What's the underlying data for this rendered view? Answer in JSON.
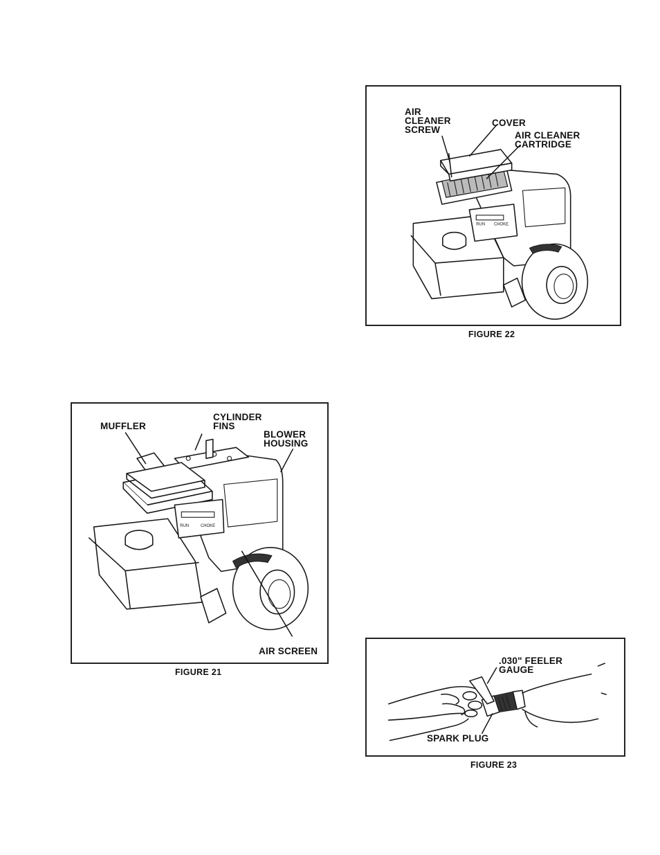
{
  "figure22": {
    "caption": "FIGURE 22",
    "labels": {
      "air_cleaner_screw": "AIR\nCLEANER\nSCREW",
      "cover": "COVER",
      "air_cleaner_cartridge": "AIR CLEANER\nCARTRIDGE"
    },
    "panel_markings": {
      "run": "RUN",
      "choke": "CHOKE"
    }
  },
  "figure21": {
    "caption": "FIGURE 21",
    "labels": {
      "muffler": "MUFFLER",
      "cylinder_fins": "CYLINDER\nFINS",
      "blower_housing": "BLOWER\nHOUSING",
      "air_screen": "AIR SCREEN"
    },
    "panel_markings": {
      "run": "RUN",
      "choke": "CHOKE"
    }
  },
  "figure23": {
    "caption": "FIGURE 23",
    "labels": {
      "feeler_gauge": ".030\" FEELER\nGAUGE",
      "spark_plug": "SPARK PLUG"
    }
  }
}
